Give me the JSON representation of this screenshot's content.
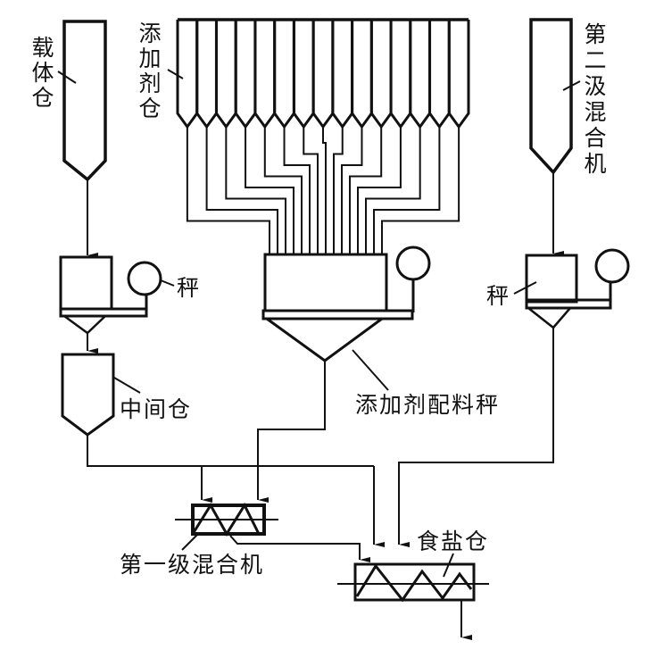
{
  "diagram": {
    "type": "process-flow",
    "colors": {
      "line": "#111111",
      "background": "#ffffff"
    },
    "labels": {
      "carrier_bin": "载体仓",
      "additive_bins": "添加剂仓",
      "second_stage_mixer": "第二汲混合机",
      "scale_left": "秤",
      "scale_right": "秤",
      "intermediate_bin": "中间仓",
      "additive_batching_scale": "添加剂配料秤",
      "first_stage_mixer": "第一级混合机",
      "salt_bin": "食盐仓"
    },
    "additive_bin_count": 15,
    "nodes": [
      {
        "id": "carrier_bin",
        "label": "载体仓"
      },
      {
        "id": "additive_bins",
        "label": "添加剂仓",
        "count": 15
      },
      {
        "id": "second_stage_mixer",
        "label": "第二汲混合机"
      },
      {
        "id": "scale_left",
        "label": "秤"
      },
      {
        "id": "additive_batching_scale",
        "label": "添加剂配料秤"
      },
      {
        "id": "scale_right",
        "label": "秤"
      },
      {
        "id": "intermediate_bin",
        "label": "中间仓"
      },
      {
        "id": "first_stage_mixer",
        "label": "第一级混合机"
      },
      {
        "id": "salt_bin",
        "label": "食盐仓"
      }
    ],
    "edges": [
      {
        "from": "carrier_bin",
        "to": "scale_left"
      },
      {
        "from": "scale_left",
        "to": "intermediate_bin"
      },
      {
        "from": "intermediate_bin",
        "to": "first_stage_mixer"
      },
      {
        "from": "additive_bins",
        "to": "additive_batching_scale"
      },
      {
        "from": "additive_batching_scale",
        "to": "first_stage_mixer"
      },
      {
        "from": "second_stage_mixer",
        "to": "scale_right"
      },
      {
        "from": "scale_right",
        "to": "salt_bin"
      },
      {
        "from": "intermediate_bin",
        "to": "salt_bin"
      },
      {
        "from": "first_stage_mixer",
        "to": "salt_bin"
      },
      {
        "from": "salt_bin",
        "to": "output"
      }
    ]
  }
}
